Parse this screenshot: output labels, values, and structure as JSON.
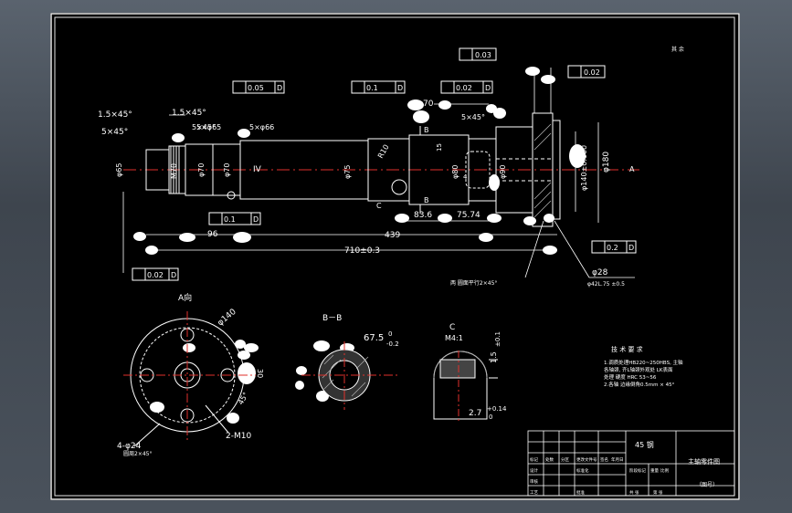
{
  "colors": {
    "frame": "#e8e8e8",
    "line": "#ffffff",
    "center": "#e0312b",
    "hatch": "#b0b0b0",
    "blob": "#ffffff",
    "bg": "#000000"
  },
  "gdt": {
    "flat_top": "0.03",
    "flat_right": "0.02",
    "runout_a": "0.05",
    "runout_a_ref": "D",
    "runout_b": "0.1",
    "runout_b_ref": "D",
    "runout_c": "0.1",
    "runout_c_ref": "D",
    "runout_d": "0.02",
    "runout_d_ref": "D",
    "runout_e": "0.02",
    "runout_e_ref": "D",
    "position": "0.2",
    "position_ref": "D"
  },
  "dims": {
    "chamfer1": "1.5×45°",
    "chamfer2": "1.5×45°",
    "chamfer3": "5×45°",
    "chamfer4": "5×45°",
    "chamfer5": "5×45°",
    "d65a": "5×φ65",
    "d66": "5×φ66",
    "d65": "φ65",
    "m70": "M70",
    "d70": "φ70",
    "d70b": "φ70",
    "d75": "φ75",
    "d80": "φ80",
    "d90": "φ90",
    "d140": "φ140±0.100",
    "d180": "φ180",
    "r10": "R10",
    "roman": "IV",
    "len70": "70",
    "len83": "83.6",
    "len75": "75.74",
    "len96": "96",
    "len439": "439",
    "len710": "710±0.3",
    "d28": "φ28",
    "csk": "φ42L.75 ±0.5",
    "label_b1": "B",
    "label_b2": "B",
    "label_c": "C",
    "label_a": "A",
    "label_15": "15",
    "label_14": "4",
    "note_hole": "两 圆面平行2×45°"
  },
  "views": {
    "a_title": "A向",
    "a_d140": "φ140",
    "a_d24": "4-φ24",
    "a_sub": "圆周2×45°",
    "a_m10": "2-M10",
    "a_45": "45°",
    "a_30": "30",
    "b_title": "B－B",
    "b_dim": "67.5",
    "b_tol_up": "0",
    "b_tol_low": "-0.2",
    "c_title": "C",
    "c_scale": "M4:1",
    "c_dim1": "1.5",
    "c_dim1_tol": "±0.1",
    "c_dim2": "2.7",
    "c_dim2_tol_up": "+0.14",
    "c_dim2_tol_low": "0"
  },
  "notes": {
    "title": "技 术 要 求",
    "line1": "1.调质处理HB220~250HBS, 主轴",
    "line2": "各轴颈, 齐L轴颈外观处 LK表面",
    "line3": "处理 硬度 HRC 53~56",
    "line4": "2.各轴 边缘倒角0.5mm × 45°"
  },
  "title_block": {
    "material": "45 钢",
    "part_name": "主轴零件图",
    "scale_note": "（图号）",
    "c1": "标记",
    "c2": "处数",
    "c3": "分区",
    "c4": "更改文件号",
    "c5": "签名",
    "c6": "年月日",
    "c7": "设计",
    "c8": "审核",
    "c9": "工艺",
    "c10": "标准化",
    "c11": "阶段标记",
    "c12": "重量",
    "c13": "比例",
    "c14": "共 张",
    "c15": "第 张",
    "c16": "批准"
  },
  "roughness": {
    "corner": "其 余"
  }
}
